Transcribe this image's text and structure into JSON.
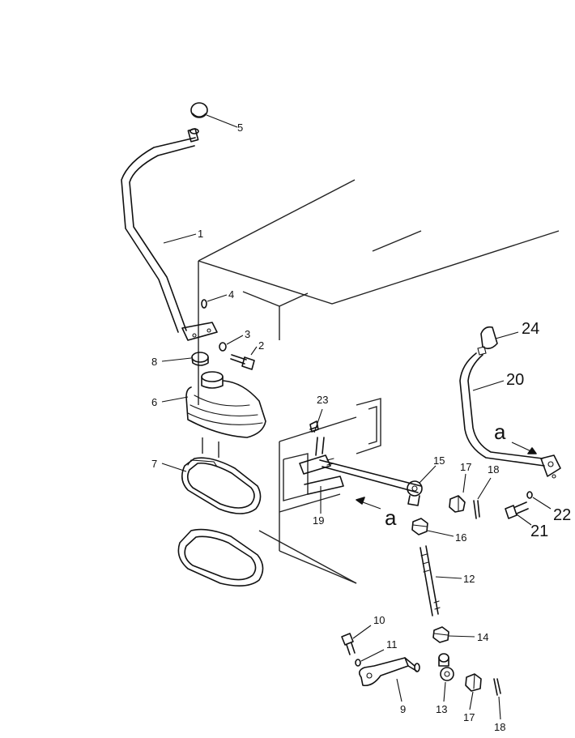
{
  "callouts": {
    "c1": "1",
    "c2": "2",
    "c3": "3",
    "c4": "4",
    "c5": "5",
    "c6": "6",
    "c7": "7",
    "c8": "8",
    "c9": "9",
    "c10": "10",
    "c11": "11",
    "c12": "12",
    "c13": "13",
    "c14": "14",
    "c15": "15",
    "c16": "16",
    "c17a": "17",
    "c17b": "17",
    "c18a": "18",
    "c18b": "18",
    "c19": "19",
    "c20": "20",
    "c21": "21",
    "c22": "22",
    "c23": "23",
    "c24": "24"
  },
  "view_markers": {
    "a1": "a",
    "a2": "a"
  }
}
